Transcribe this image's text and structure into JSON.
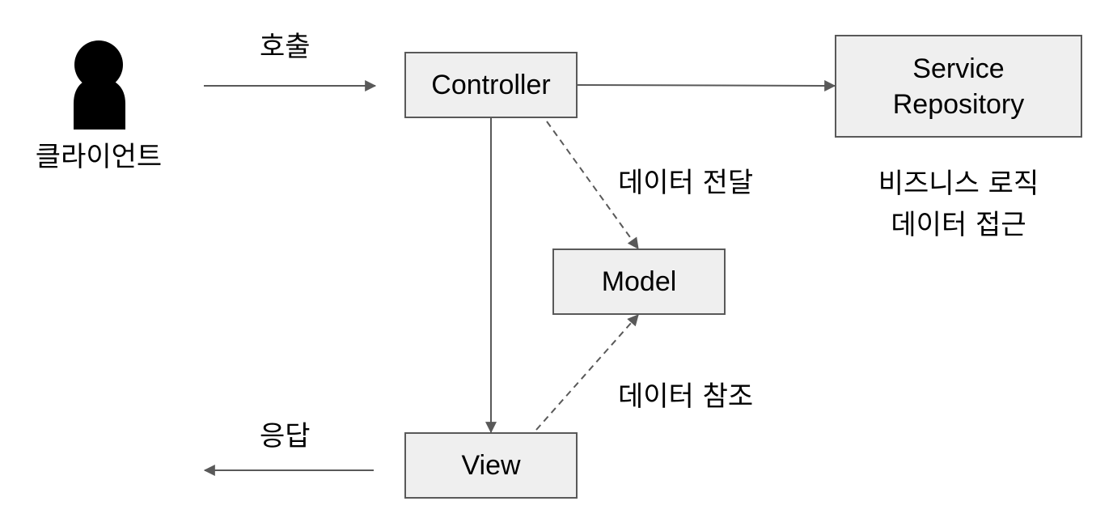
{
  "actor": {
    "label": "클라이언트",
    "icon": "person-icon"
  },
  "nodes": {
    "controller": "Controller",
    "service": {
      "line1": "Service",
      "line2": "Repository"
    },
    "model": "Model",
    "view": "View"
  },
  "edges": {
    "call": "호출",
    "response": "응답",
    "pass_data": "데이터 전달",
    "ref_data": "데이터 참조"
  },
  "service_description": {
    "line1": "비즈니스 로직",
    "line2": "데이터 접근"
  },
  "colors": {
    "box_fill": "#efefef",
    "box_border": "#595959",
    "arrow": "#595959",
    "text": "#000000"
  }
}
